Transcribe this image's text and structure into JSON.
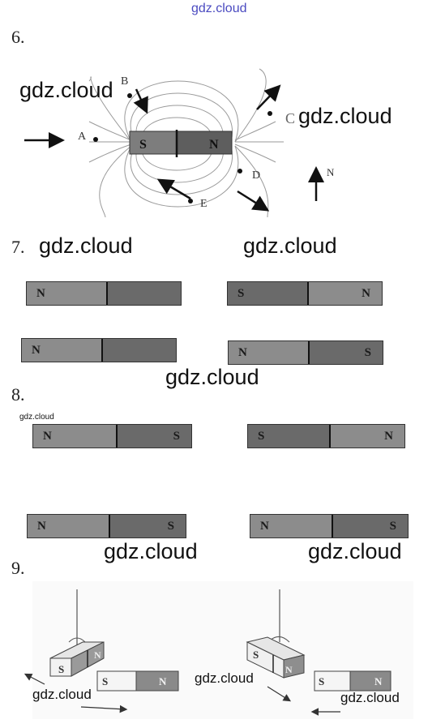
{
  "watermark": "gdz.cloud",
  "tasks": {
    "t6": {
      "number": "6.",
      "points": [
        "A",
        "B",
        "C",
        "D",
        "E"
      ],
      "magnet": {
        "left": "S",
        "right": "N"
      },
      "compass": "N"
    },
    "t7": {
      "number": "7.",
      "magnets": [
        {
          "left": "N",
          "right": ""
        },
        {
          "left": "S",
          "right": "N"
        },
        {
          "left": "N",
          "right": ""
        },
        {
          "left": "N",
          "right": "S"
        }
      ]
    },
    "t8": {
      "number": "8.",
      "magnets": [
        {
          "left": "N",
          "right": "S"
        },
        {
          "left": "S",
          "right": "N"
        },
        {
          "left": "N",
          "right": "S"
        },
        {
          "left": "N",
          "right": "S"
        }
      ]
    },
    "t9": {
      "number": "9.",
      "hanging_left": {
        "left": "S",
        "right": "N"
      },
      "hanging_right": {
        "left": "S",
        "right": "N"
      },
      "bar_left": {
        "left": "S",
        "right": "N"
      },
      "bar_right": {
        "left": "S",
        "right": "N"
      }
    }
  }
}
